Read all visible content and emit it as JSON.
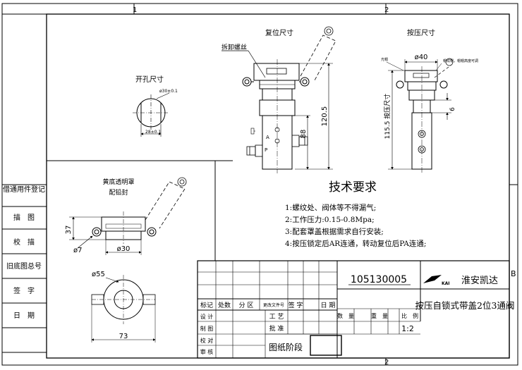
{
  "frame": {
    "zone_top_1": "1",
    "zone_top_2": "2",
    "zone_bottom_2": "2",
    "zone_right_b": "B"
  },
  "views": {
    "opening": {
      "title": "开孔尺寸",
      "diameter": "ø30±0.1",
      "width": "28±0.1"
    },
    "reset": {
      "title": "复位尺寸",
      "screw_label": "拆卸螺丝",
      "dim_total": "120.5",
      "dim_body": "88",
      "port_a": "A",
      "port_p": "P"
    },
    "press": {
      "title": "按压尺寸",
      "dim_dia": "ø40",
      "dim_total": "115.5 按压尺寸",
      "dim_small": "6",
      "note_left": "光帽",
      "note_right": "帽纹帽，帽帽高度可调"
    },
    "cover": {
      "title_line1": "黄底透明罩",
      "title_line2": "配铅封",
      "dim_height": "37",
      "dim_hole": "ø7",
      "dim_body": "ø30"
    },
    "bottom": {
      "dim_dia": "ø55",
      "dim_width": "73"
    }
  },
  "requirements": {
    "title": "技术要求",
    "items": [
      "1:螺纹处、阀体等不得漏气;",
      "2:工作压力:0.15-0.8Mpa;",
      "3:配套罩盖根据需求自行安装;",
      "4:按压锁定后AR连通，转动复位后PA连通;"
    ]
  },
  "left_strip": [
    "借通用件登记",
    "描　图",
    "校　描",
    "旧底图总号",
    "签　字",
    "日　期"
  ],
  "title_block": {
    "drawing_no": "105130005",
    "company": "淮安凯达",
    "logo_text": "KAI",
    "product_name": "按压自锁式带盖2位3通阀",
    "rev_headers": [
      "标记",
      "处数",
      "分 区",
      "更改文件号",
      "签 字",
      "日 期"
    ],
    "roles": [
      "设 计",
      "制 图",
      "校 对",
      "审 核"
    ],
    "roles2": [
      "工 艺",
      "批 准"
    ],
    "qty_headers": [
      "数　量",
      "重　量",
      "比　例"
    ],
    "scale": "1:2",
    "stage_label": "图纸阶段"
  }
}
